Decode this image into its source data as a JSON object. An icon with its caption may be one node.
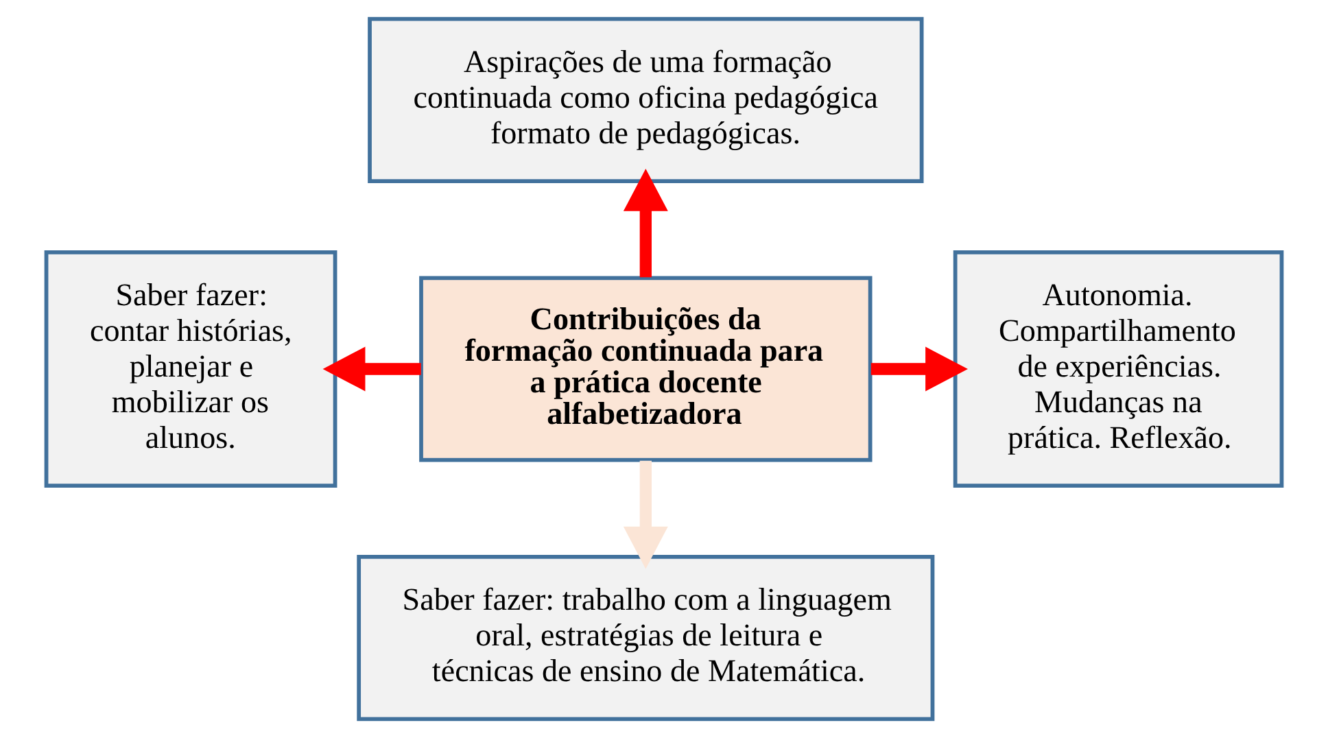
{
  "diagram": {
    "nodes": [
      {
        "text": [
          "Aspirações de uma formação continuada como oficina pedagógica formato de pedagógicas."
        ]
      },
      {
        "text": [
          "Saber fazer: contar histórias, planejar e mobilizar os alunos."
        ]
      },
      {
        "text": [
          "Contribuições da formação continuada para a prática docente alfabetizadora"
        ]
      },
      {
        "text": [
          "Autonomia. Compartilhamento de experiências. Mudanças na prática. Reflexão."
        ]
      },
      {
        "text": [
          "Saber fazer: trabalho com a linguagem oral, estratégias de leitura e técnicas de ensino de Matemática."
        ]
      }
    ],
    "edges": [
      {
        "from": 2,
        "to": 0,
        "arrow": "to"
      },
      {
        "from": 2,
        "to": 1,
        "arrow": "to"
      },
      {
        "from": 2,
        "to": 3,
        "arrow": "to"
      },
      {
        "from": 2,
        "to": 4,
        "arrow": "to",
        "color": "#fbe5d6"
      }
    ]
  }
}
